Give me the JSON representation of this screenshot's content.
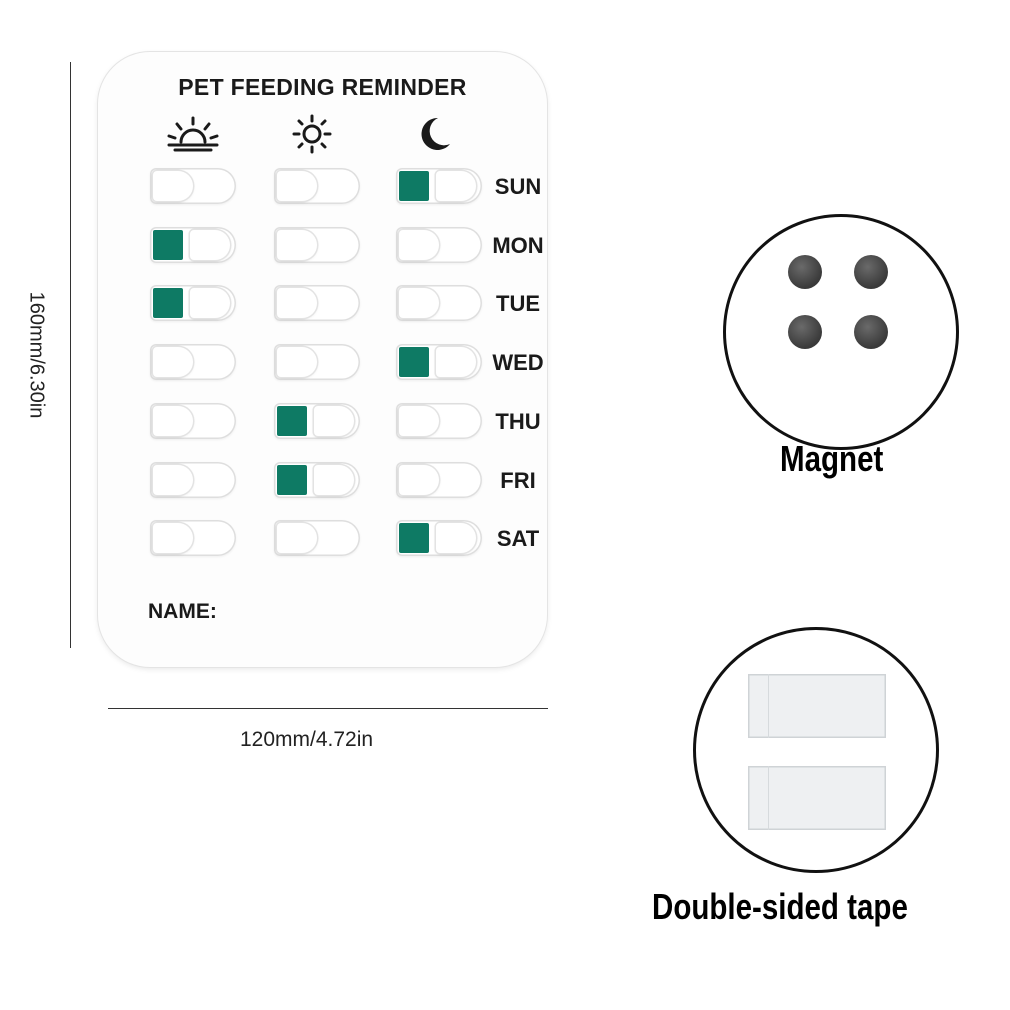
{
  "board": {
    "title": "PET FEEDING REMINDER",
    "columns": [
      "sunrise-icon",
      "sun-icon",
      "moon-icon"
    ],
    "days": [
      {
        "label": "SUN",
        "checked": [
          false,
          false,
          true
        ]
      },
      {
        "label": "MON",
        "checked": [
          true,
          false,
          false
        ]
      },
      {
        "label": "TUE",
        "checked": [
          true,
          false,
          false
        ]
      },
      {
        "label": "WED",
        "checked": [
          false,
          false,
          true
        ]
      },
      {
        "label": "THU",
        "checked": [
          false,
          true,
          false
        ]
      },
      {
        "label": "FRI",
        "checked": [
          false,
          true,
          false
        ]
      },
      {
        "label": "SAT",
        "checked": [
          false,
          false,
          true
        ]
      }
    ],
    "name_label": "NAME:",
    "accent_color": "#0e7a64"
  },
  "dimensions": {
    "height": "160mm/6.30in",
    "width": "120mm/4.72in"
  },
  "accessories": {
    "magnet_label": "Magnet",
    "tape_label": "Double-sided tape"
  }
}
